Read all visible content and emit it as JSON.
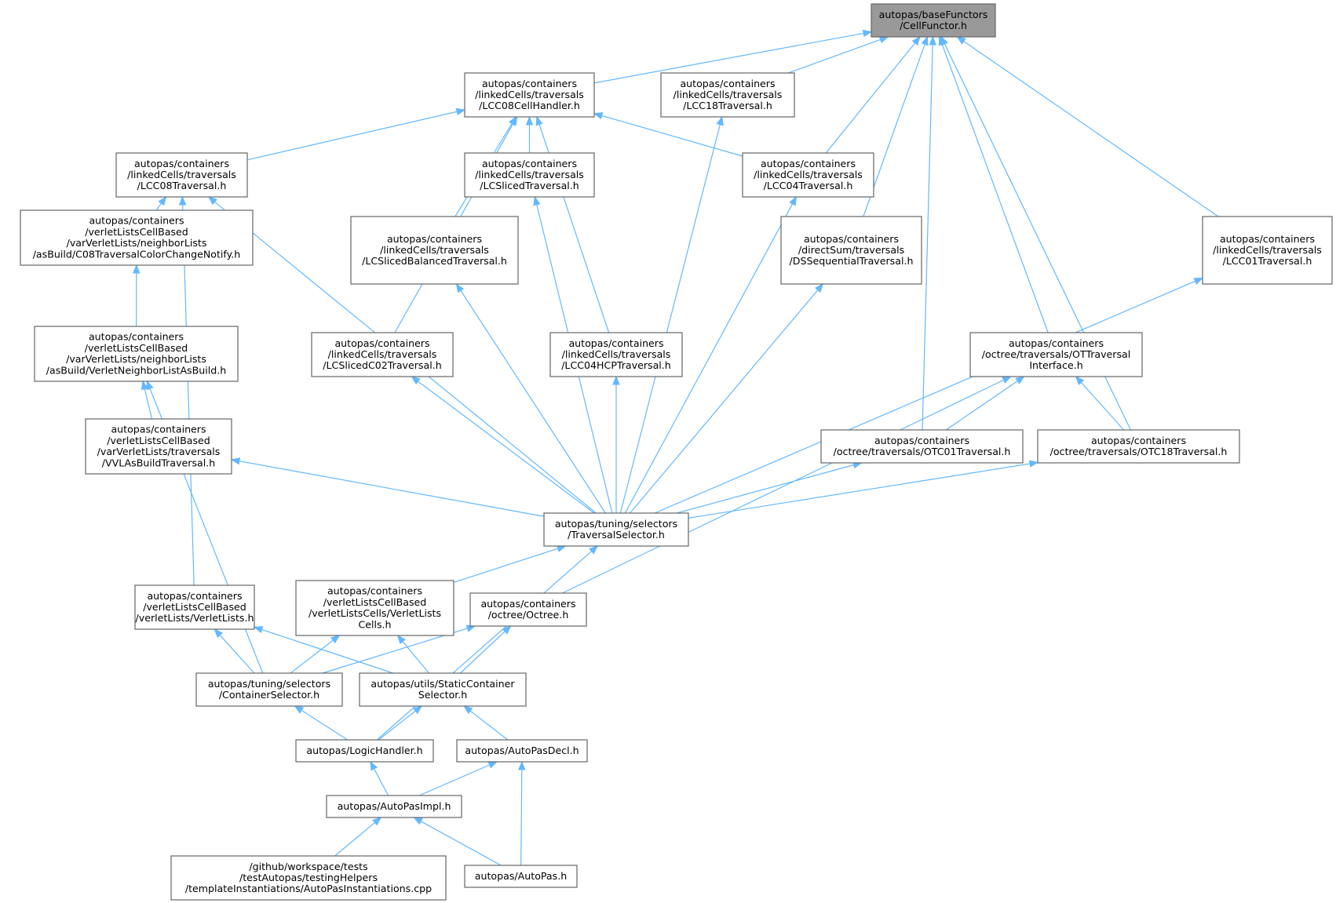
{
  "graph": {
    "type": "include-dependency-graph",
    "colors": {
      "edge": "#63b8ff",
      "node_border": "#666666",
      "root_fill": "#999999",
      "node_fill": "#ffffff"
    },
    "nodes": [
      {
        "id": "n0",
        "root": true,
        "lines": [
          "autopas/baseFunctors",
          "/CellFunctor.h"
        ]
      },
      {
        "id": "n1",
        "lines": [
          "autopas/containers",
          "/linkedCells/traversals",
          "/LCC08CellHandler.h"
        ]
      },
      {
        "id": "n2",
        "lines": [
          "autopas/containers",
          "/linkedCells/traversals",
          "/LCC18Traversal.h"
        ]
      },
      {
        "id": "n3",
        "lines": [
          "autopas/containers",
          "/linkedCells/traversals",
          "/LCC04Traversal.h"
        ]
      },
      {
        "id": "n4",
        "lines": [
          "autopas/containers",
          "/directSum/traversals",
          "/DSSequentialTraversal.h"
        ]
      },
      {
        "id": "n5",
        "lines": [
          "autopas/containers",
          "/octree/traversals/OTTraversal",
          "Interface.h"
        ]
      },
      {
        "id": "n6",
        "lines": [
          "autopas/containers",
          "/octree/traversals/OTC01Traversal.h"
        ]
      },
      {
        "id": "n7",
        "lines": [
          "autopas/containers",
          "/octree/traversals/OTC18Traversal.h"
        ]
      },
      {
        "id": "n8",
        "lines": [
          "autopas/containers",
          "/linkedCells/traversals",
          "/LCC01Traversal.h"
        ]
      },
      {
        "id": "n9",
        "lines": [
          "autopas/containers",
          "/linkedCells/traversals",
          "/LCC08Traversal.h"
        ]
      },
      {
        "id": "n10",
        "lines": [
          "autopas/containers",
          "/linkedCells/traversals",
          "/LCSlicedTraversal.h"
        ]
      },
      {
        "id": "n11",
        "lines": [
          "autopas/containers",
          "/linkedCells/traversals",
          "/LCSlicedBalancedTraversal.h"
        ]
      },
      {
        "id": "n12",
        "lines": [
          "autopas/containers",
          "/linkedCells/traversals",
          "/LCSlicedC02Traversal.h"
        ]
      },
      {
        "id": "n13",
        "lines": [
          "autopas/containers",
          "/linkedCells/traversals",
          "/LCC04HCPTraversal.h"
        ]
      },
      {
        "id": "n14",
        "lines": [
          "autopas/containers",
          "/verletListsCellBased",
          "/varVerletLists/neighborLists",
          "/asBuild/C08TraversalColorChangeNotify.h"
        ]
      },
      {
        "id": "n15",
        "lines": [
          "autopas/containers",
          "/verletListsCellBased",
          "/varVerletLists/neighborLists",
          "/asBuild/VerletNeighborListAsBuild.h"
        ]
      },
      {
        "id": "n16",
        "lines": [
          "autopas/containers",
          "/verletListsCellBased",
          "/varVerletLists/traversals",
          "/VVLAsBuildTraversal.h"
        ]
      },
      {
        "id": "n17",
        "lines": [
          "autopas/tuning/selectors",
          "/TraversalSelector.h"
        ]
      },
      {
        "id": "n18",
        "lines": [
          "autopas/containers",
          "/verletListsCellBased",
          "/verletLists/VerletLists.h"
        ]
      },
      {
        "id": "n19",
        "lines": [
          "autopas/containers",
          "/verletListsCellBased",
          "/verletListsCells/VerletLists",
          "Cells.h"
        ]
      },
      {
        "id": "n20",
        "lines": [
          "autopas/containers",
          "/octree/Octree.h"
        ]
      },
      {
        "id": "n21",
        "lines": [
          "autopas/tuning/selectors",
          "/ContainerSelector.h"
        ]
      },
      {
        "id": "n22",
        "lines": [
          "autopas/utils/StaticContainer",
          "Selector.h"
        ]
      },
      {
        "id": "n23",
        "lines": [
          "autopas/LogicHandler.h"
        ]
      },
      {
        "id": "n24",
        "lines": [
          "autopas/AutoPasDecl.h"
        ]
      },
      {
        "id": "n25",
        "lines": [
          "autopas/AutoPasImpl.h"
        ]
      },
      {
        "id": "n26",
        "lines": [
          "/github/workspace/tests",
          "/testAutopas/testingHelpers",
          "/templateInstantiations/AutoPasInstantiations.cpp"
        ]
      },
      {
        "id": "n27",
        "lines": [
          "autopas/AutoPas.h"
        ]
      }
    ],
    "edges": [
      [
        "n1",
        "n0"
      ],
      [
        "n2",
        "n0"
      ],
      [
        "n3",
        "n0"
      ],
      [
        "n4",
        "n0"
      ],
      [
        "n5",
        "n0"
      ],
      [
        "n6",
        "n0"
      ],
      [
        "n7",
        "n0"
      ],
      [
        "n8",
        "n0"
      ],
      [
        "n9",
        "n1"
      ],
      [
        "n10",
        "n1"
      ],
      [
        "n11",
        "n1"
      ],
      [
        "n12",
        "n1"
      ],
      [
        "n13",
        "n1"
      ],
      [
        "n3",
        "n1"
      ],
      [
        "n14",
        "n9"
      ],
      [
        "n17",
        "n9"
      ],
      [
        "n18",
        "n9"
      ],
      [
        "n15",
        "n14"
      ],
      [
        "n16",
        "n15"
      ],
      [
        "n21",
        "n15"
      ],
      [
        "n17",
        "n16"
      ],
      [
        "n17",
        "n10"
      ],
      [
        "n17",
        "n11"
      ],
      [
        "n17",
        "n12"
      ],
      [
        "n17",
        "n13"
      ],
      [
        "n17",
        "n2"
      ],
      [
        "n17",
        "n3"
      ],
      [
        "n17",
        "n4"
      ],
      [
        "n17",
        "n8"
      ],
      [
        "n17",
        "n6"
      ],
      [
        "n17",
        "n7"
      ],
      [
        "n6",
        "n5"
      ],
      [
        "n7",
        "n5"
      ],
      [
        "n20",
        "n5"
      ],
      [
        "n19",
        "n17"
      ],
      [
        "n23",
        "n17"
      ],
      [
        "n21",
        "n18"
      ],
      [
        "n22",
        "n18"
      ],
      [
        "n21",
        "n19"
      ],
      [
        "n22",
        "n19"
      ],
      [
        "n21",
        "n20"
      ],
      [
        "n22",
        "n20"
      ],
      [
        "n23",
        "n21"
      ],
      [
        "n23",
        "n22"
      ],
      [
        "n24",
        "n22"
      ],
      [
        "n25",
        "n23"
      ],
      [
        "n25",
        "n24"
      ],
      [
        "n27",
        "n24"
      ],
      [
        "n26",
        "n25"
      ],
      [
        "n27",
        "n25"
      ]
    ]
  }
}
